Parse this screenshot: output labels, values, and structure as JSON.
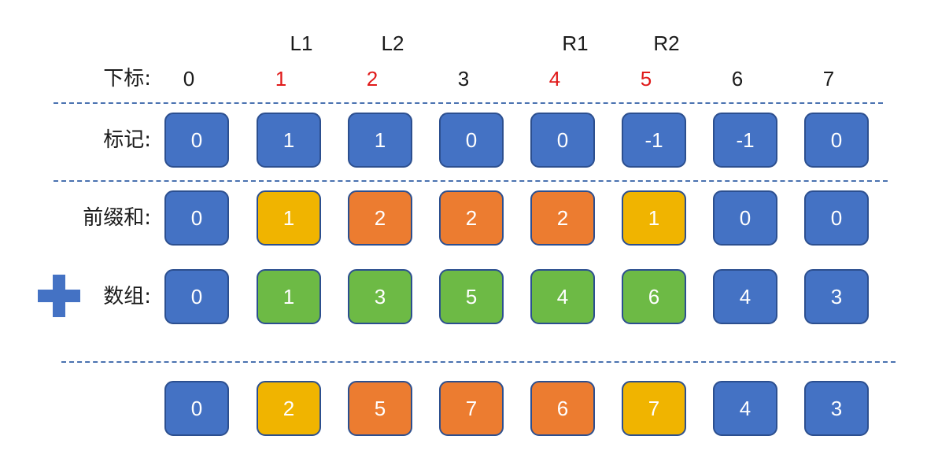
{
  "colors": {
    "blue": "#4472c4",
    "yellow": "#f0b400",
    "orange": "#ec7c30",
    "green": "#6dba45",
    "red_text": "#e01a1a",
    "dashed_line": "#4a72b0",
    "box_border": "#2c4f8f"
  },
  "markers": [
    "",
    "L1",
    "L2",
    "",
    "R1",
    "R2",
    "",
    ""
  ],
  "index_row": {
    "label": "下标:",
    "values": [
      "0",
      "1",
      "2",
      "3",
      "4",
      "5",
      "6",
      "7"
    ],
    "highlight": [
      false,
      true,
      true,
      false,
      true,
      true,
      false,
      false
    ]
  },
  "rows": [
    {
      "label": "标记:",
      "values": [
        "0",
        "1",
        "1",
        "0",
        "0",
        "-1",
        "-1",
        "0"
      ],
      "colors": [
        "blue",
        "blue",
        "blue",
        "blue",
        "blue",
        "blue",
        "blue",
        "blue"
      ]
    },
    {
      "label": "前缀和:",
      "values": [
        "0",
        "1",
        "2",
        "2",
        "2",
        "1",
        "0",
        "0"
      ],
      "colors": [
        "blue",
        "yellow",
        "orange",
        "orange",
        "orange",
        "yellow",
        "blue",
        "blue"
      ]
    },
    {
      "label": "数组:",
      "values": [
        "0",
        "1",
        "3",
        "5",
        "4",
        "6",
        "4",
        "3"
      ],
      "colors": [
        "blue",
        "green",
        "green",
        "green",
        "green",
        "green",
        "blue",
        "blue"
      ]
    },
    {
      "label": "",
      "values": [
        "0",
        "2",
        "5",
        "7",
        "6",
        "7",
        "4",
        "3"
      ],
      "colors": [
        "blue",
        "yellow",
        "orange",
        "orange",
        "orange",
        "yellow",
        "blue",
        "blue"
      ]
    }
  ],
  "plus_icon": "plus-icon"
}
